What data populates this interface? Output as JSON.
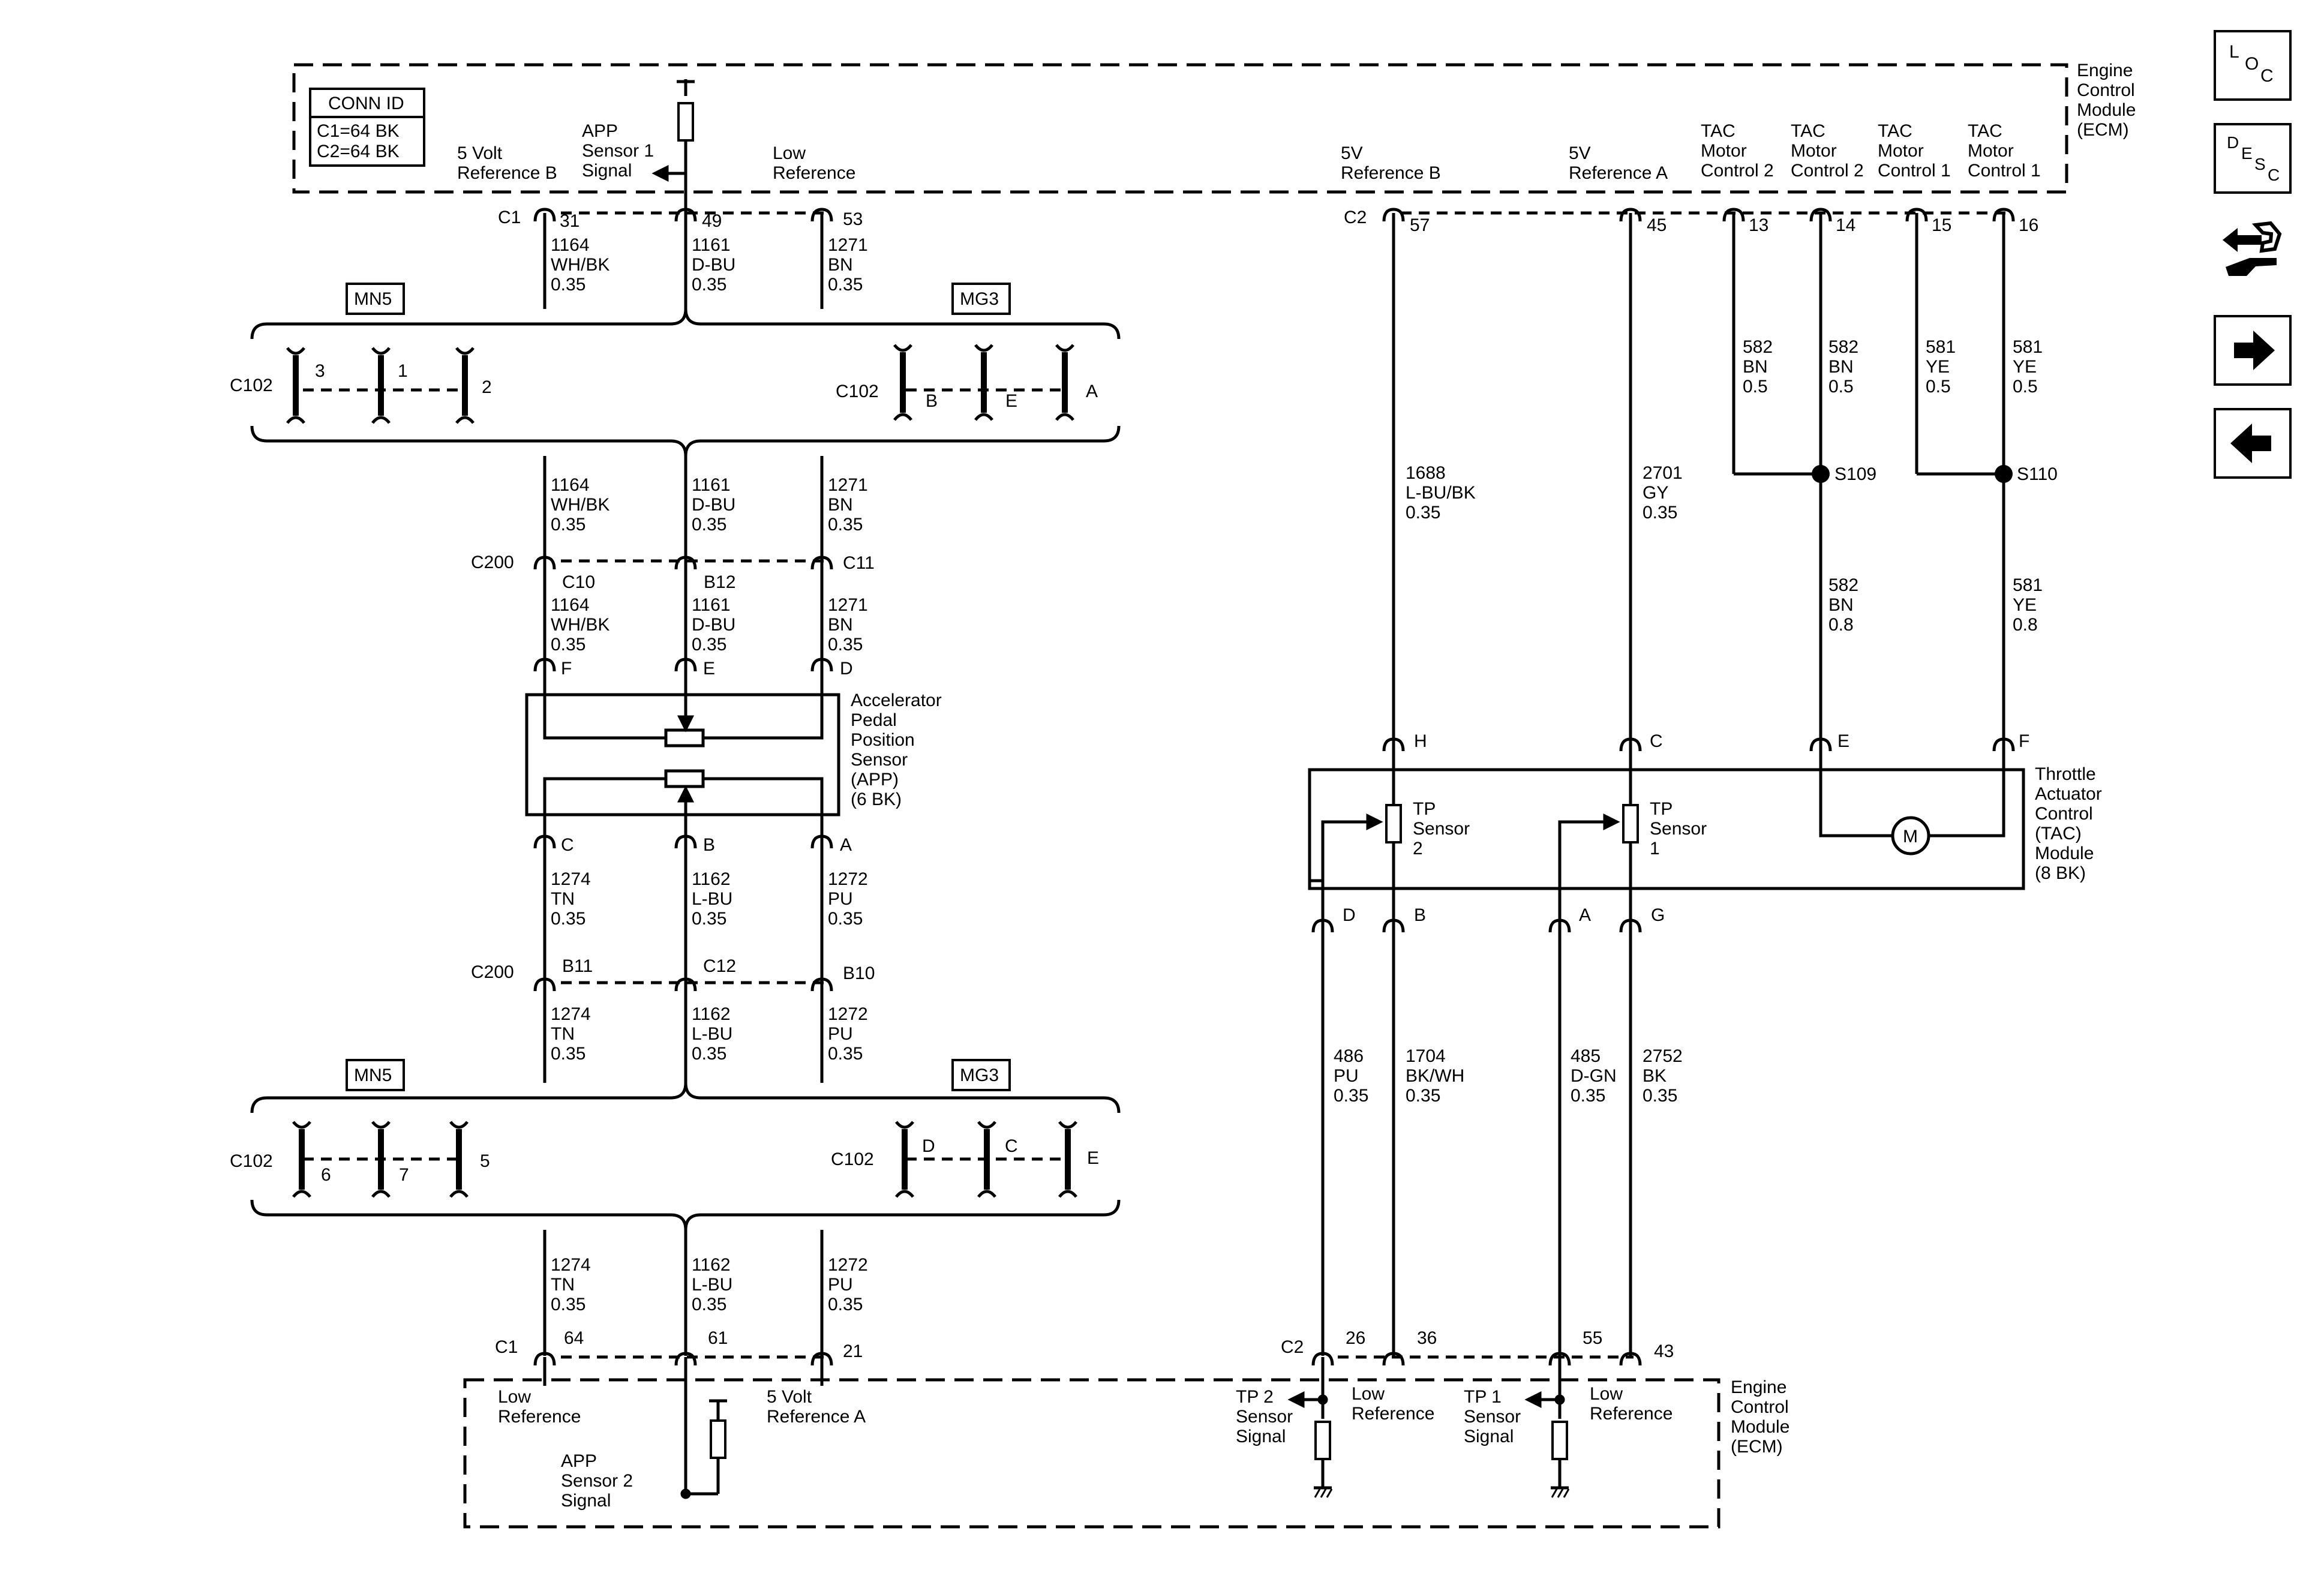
{
  "conn_id": {
    "title": "CONN ID",
    "c1": "C1=64 BK",
    "c2": "C2=64 BK"
  },
  "ecm_label": [
    "Engine",
    "Control",
    "Module",
    "(ECM)"
  ],
  "top_left_labels": {
    "ref_b": [
      "5 Volt",
      "Reference B"
    ],
    "app1": [
      "APP",
      "Sensor 1",
      "Signal"
    ],
    "low_ref": [
      "Low",
      "Reference"
    ]
  },
  "top_right_labels": {
    "ref_b": [
      "5V",
      "Reference B"
    ],
    "ref_a": [
      "5V",
      "Reference A"
    ],
    "tac2a": [
      "TAC",
      "Motor",
      "Control 2"
    ],
    "tac2b": [
      "TAC",
      "Motor",
      "Control 2"
    ],
    "tac1a": [
      "TAC",
      "Motor",
      "Control 1"
    ],
    "tac1b": [
      "TAC",
      "Motor",
      "Control 1"
    ]
  },
  "connectors": {
    "c1": "C1",
    "c2": "C2",
    "c102": "C102",
    "c200": "C200",
    "pins_top_left": [
      "31",
      "49",
      "53"
    ],
    "pins_top_right": [
      "57",
      "45",
      "13",
      "14",
      "15",
      "16"
    ],
    "c102_upper_left": [
      "3",
      "1",
      "2"
    ],
    "c102_upper_right": [
      "B",
      "E",
      "A"
    ],
    "c200_upper": [
      "C10",
      "B12",
      "C11"
    ],
    "app_top": [
      "F",
      "E",
      "D"
    ],
    "app_bottom": [
      "C",
      "B",
      "A"
    ],
    "c200_lower": [
      "B11",
      "C12",
      "B10"
    ],
    "c102_lower_left": [
      "6",
      "7",
      "5"
    ],
    "c102_lower_right": [
      "D",
      "C",
      "E"
    ],
    "pins_bottom_left": [
      "64",
      "61",
      "21"
    ],
    "pins_bottom_right": [
      "26",
      "36",
      "55",
      "43"
    ],
    "tac_top": [
      "H",
      "C",
      "E",
      "F"
    ],
    "tac_bottom": [
      "D",
      "B",
      "A",
      "G"
    ]
  },
  "badges": {
    "mn5": "MN5",
    "mg3": "MG3"
  },
  "wires": {
    "w1164": [
      "1164",
      "WH/BK",
      "0.35"
    ],
    "w1161": [
      "1161",
      "D-BU",
      "0.35"
    ],
    "w1271": [
      "1271",
      "BN",
      "0.35"
    ],
    "w1274": [
      "1274",
      "TN",
      "0.35"
    ],
    "w1162": [
      "1162",
      "L-BU",
      "0.35"
    ],
    "w1272": [
      "1272",
      "PU",
      "0.35"
    ],
    "w1688": [
      "1688",
      "L-BU/BK",
      "0.35"
    ],
    "w2701": [
      "2701",
      "GY",
      "0.35"
    ],
    "w582a": [
      "582",
      "BN",
      "0.5"
    ],
    "w582b": [
      "582",
      "BN",
      "0.5"
    ],
    "w581a": [
      "581",
      "YE",
      "0.5"
    ],
    "w581b": [
      "581",
      "YE",
      "0.5"
    ],
    "w582c": [
      "582",
      "BN",
      "0.8"
    ],
    "w581c": [
      "581",
      "YE",
      "0.8"
    ],
    "w486": [
      "486",
      "PU",
      "0.35"
    ],
    "w1704": [
      "1704",
      "BK/WH",
      "0.35"
    ],
    "w485": [
      "485",
      "D-GN",
      "0.35"
    ],
    "w2752": [
      "2752",
      "BK",
      "0.35"
    ]
  },
  "splices": {
    "s109": "S109",
    "s110": "S110"
  },
  "app_sensor": [
    "Accelerator",
    "Pedal",
    "Position",
    "Sensor",
    "(APP)",
    "(6 BK)"
  ],
  "tac_module": [
    "Throttle",
    "Actuator",
    "Control",
    "(TAC)",
    "Module",
    "(8 BK)"
  ],
  "tp2": [
    "TP",
    "Sensor",
    "2"
  ],
  "tp1": [
    "TP",
    "Sensor",
    "1"
  ],
  "motor": "M",
  "bottom_left_labels": {
    "low_ref": [
      "Low",
      "Reference"
    ],
    "ref_a": [
      "5 Volt",
      "Reference A"
    ],
    "app2": [
      "APP",
      "Sensor 2",
      "Signal"
    ]
  },
  "bottom_right_labels": {
    "tp2": [
      "TP 2",
      "Sensor",
      "Signal"
    ],
    "low1": [
      "Low",
      "Reference"
    ],
    "tp1": [
      "TP 1",
      "Sensor",
      "Signal"
    ],
    "low2": [
      "Low",
      "Reference"
    ]
  },
  "nav_icons": [
    "loc-icon",
    "desc-icon",
    "hands-icon",
    "forward-arrow-icon",
    "back-arrow-icon"
  ],
  "nav_text": {
    "loc": [
      "L",
      "O",
      "C"
    ],
    "desc": [
      "D",
      "E",
      "S",
      "C"
    ]
  }
}
